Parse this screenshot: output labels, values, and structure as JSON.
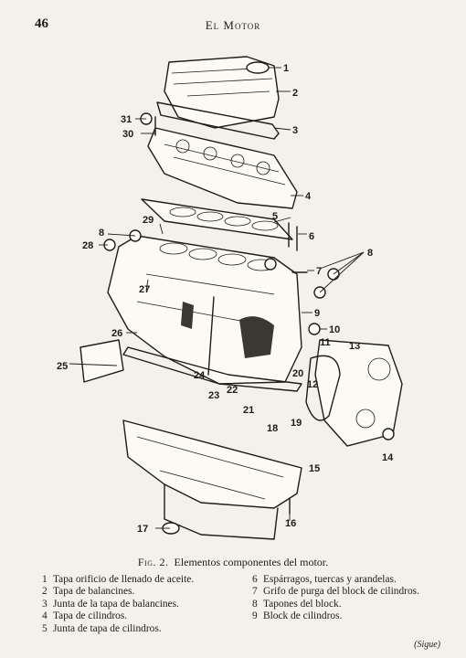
{
  "header": {
    "page_number": "46",
    "running_head": "El Motor"
  },
  "figure": {
    "callouts": [
      "1",
      "2",
      "3",
      "4",
      "5",
      "6",
      "7",
      "8",
      "8",
      "9",
      "10",
      "11",
      "12",
      "13",
      "14",
      "15",
      "16",
      "17",
      "18",
      "19",
      "20",
      "21",
      "22",
      "23",
      "24",
      "25",
      "26",
      "27",
      "28",
      "29",
      "30",
      "31"
    ]
  },
  "caption": {
    "label": "Fig. 2.",
    "text": "Elementos componentes del motor."
  },
  "legend": {
    "column1": [
      {
        "n": "1",
        "text": "Tapa orificio de llenado de aceite."
      },
      {
        "n": "2",
        "text": "Tapa de balancines."
      },
      {
        "n": "3",
        "text": "Junta de la tapa de balancines."
      },
      {
        "n": "4",
        "text": "Tapa de cilindros."
      },
      {
        "n": "5",
        "text": "Junta de tapa de cilindros."
      }
    ],
    "column2": [
      {
        "n": "6",
        "text": "Espárragos, tuercas y arandelas."
      },
      {
        "n": "7",
        "text": "Grifo de purga del block de cilindros."
      },
      {
        "n": "8",
        "text": "Tapones del block."
      },
      {
        "n": "9",
        "text": "Block de cilindros."
      }
    ]
  },
  "footer": {
    "continued": "(Sigue)"
  }
}
